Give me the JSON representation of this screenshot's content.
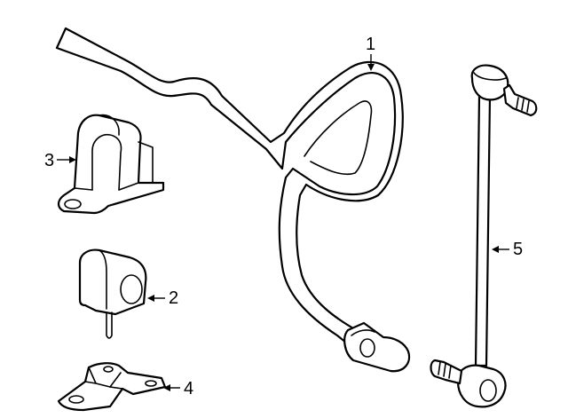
{
  "callouts": [
    {
      "id": "1",
      "label": "1",
      "part": "stabilizer-bar"
    },
    {
      "id": "2",
      "label": "2",
      "part": "bushing"
    },
    {
      "id": "3",
      "label": "3",
      "part": "bracket"
    },
    {
      "id": "4",
      "label": "4",
      "part": "bracket"
    },
    {
      "id": "5",
      "label": "5",
      "part": "stabilizer-link"
    }
  ],
  "colors": {
    "line": "#000000",
    "background": "#ffffff"
  }
}
